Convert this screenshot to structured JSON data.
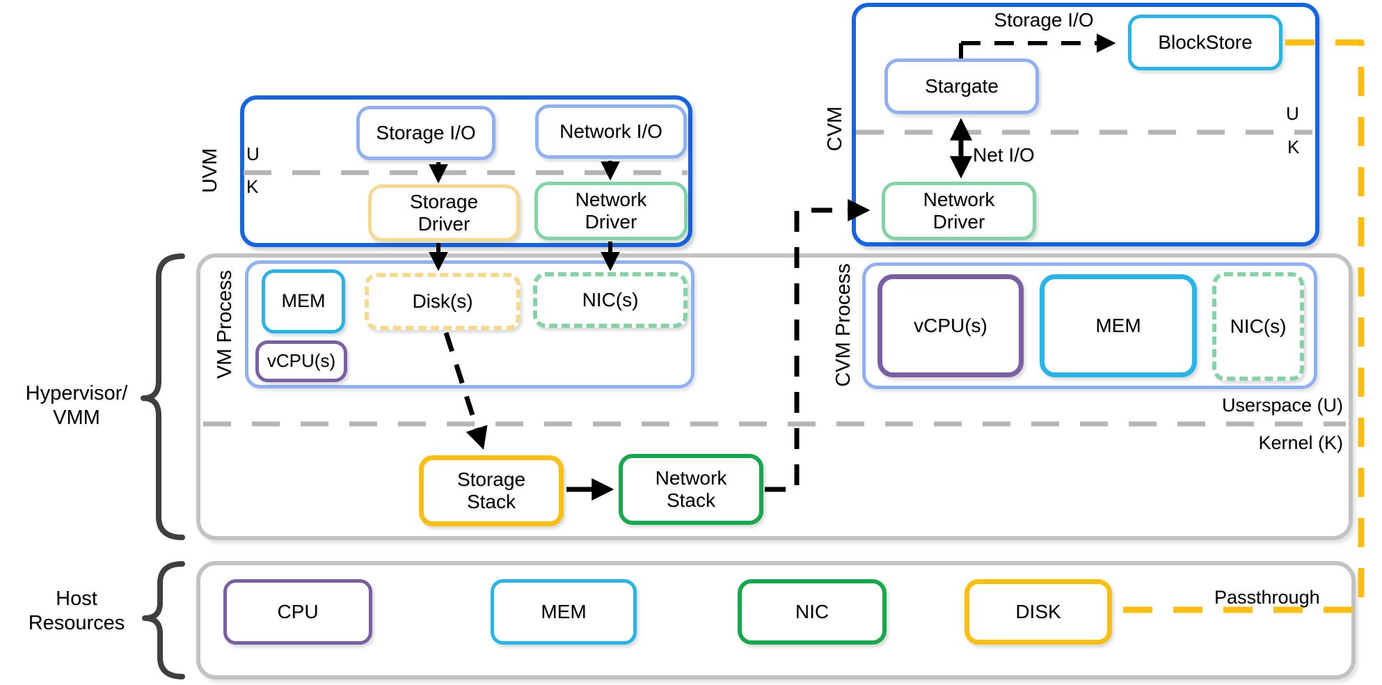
{
  "palette": {
    "vm_border": "#1564e6",
    "process_border": "#8fb1f3",
    "cyan": "#25b5e9",
    "purple": "#7b5fa5",
    "green": "#16a94c",
    "green_light": "#82d4a5",
    "gold": "#fcbf10",
    "gold_light": "#f8d88c",
    "gray_box": "#c2c2c2",
    "gray_dash": "#b5b5b5",
    "brace": "#3f3f3f",
    "arrow": "#000000"
  },
  "uvm": {
    "label": "UVM",
    "u": "U",
    "k": "K",
    "storage_io": "Storage I/O",
    "network_io": "Network I/O",
    "storage_driver": "Storage\nDriver",
    "network_driver": "Network\nDriver"
  },
  "cvm": {
    "label": "CVM",
    "u": "U",
    "k": "K",
    "stargate": "Stargate",
    "blockstore": "BlockStore",
    "storage_io_arrow": "Storage I/O",
    "net_io_arrow": "Net I/O",
    "network_driver": "Network\nDriver"
  },
  "hypervisor": {
    "brace_line1": "Hypervisor/",
    "brace_line2": "VMM",
    "vm_process": {
      "label": "VM Process",
      "mem": "MEM",
      "vcpus": "vCPU(s)",
      "disks": "Disk(s)",
      "nics": "NIC(s)"
    },
    "cvm_process": {
      "label": "CVM Process",
      "vcpus": "vCPU(s)",
      "mem": "MEM",
      "nics": "NIC(s)"
    },
    "userspace": "Userspace (U)",
    "kernel": "Kernel (K)",
    "storage_stack": "Storage\nStack",
    "network_stack": "Network\nStack"
  },
  "host": {
    "brace_line1": "Host",
    "brace_line2": "Resources",
    "cpu": "CPU",
    "mem": "MEM",
    "nic": "NIC",
    "disk": "DISK",
    "passthrough": "Passthrough"
  }
}
